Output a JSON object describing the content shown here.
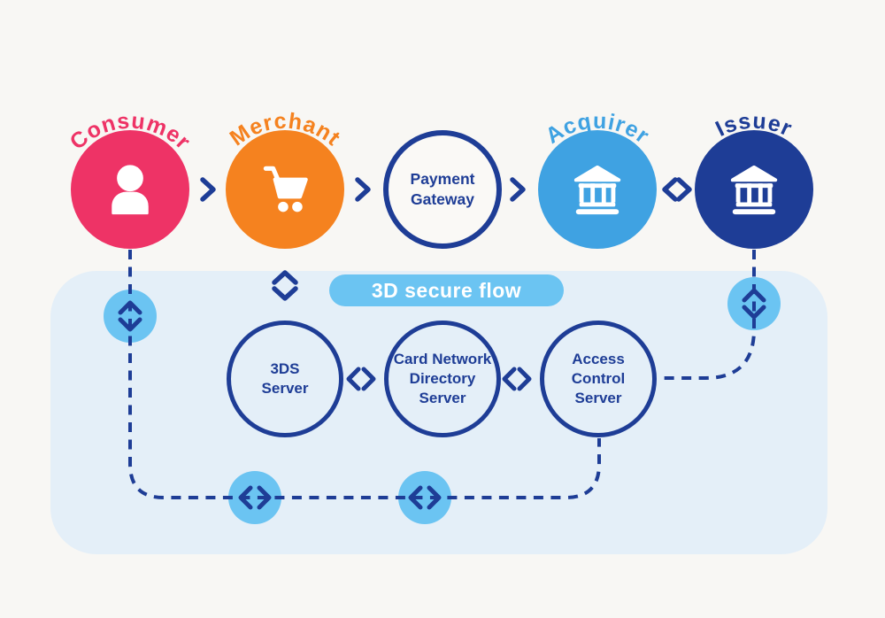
{
  "colors": {
    "navy": "#1e3d96",
    "consumer_pink": "#ee3366",
    "merchant_orange": "#f5821f",
    "acquirer_blue": "#3fa2e2",
    "issuer_navy": "#1e3d96",
    "accent_light_blue": "#6bc4f2",
    "panel_bg": "#e4eff8",
    "page_bg": "#f8f7f4"
  },
  "flow_nodes": {
    "consumer": {
      "label": "Consumer",
      "icon": "person"
    },
    "merchant": {
      "label": "Merchant",
      "icon": "shopping-cart"
    },
    "payment_gateway": {
      "lines": [
        "Payment",
        "Gateway"
      ]
    },
    "acquirer": {
      "label": "Acquirer",
      "icon": "bank"
    },
    "issuer": {
      "label": "Issuer",
      "icon": "bank"
    }
  },
  "secure_flow": {
    "badge": "3D secure flow",
    "servers": {
      "three_ds": {
        "lines": [
          "3DS",
          "Server"
        ]
      },
      "card_network_directory": {
        "lines": [
          "Card Network",
          "Directory",
          "Server"
        ]
      },
      "access_control": {
        "lines": [
          "Access",
          "Control",
          "Server"
        ]
      }
    }
  }
}
